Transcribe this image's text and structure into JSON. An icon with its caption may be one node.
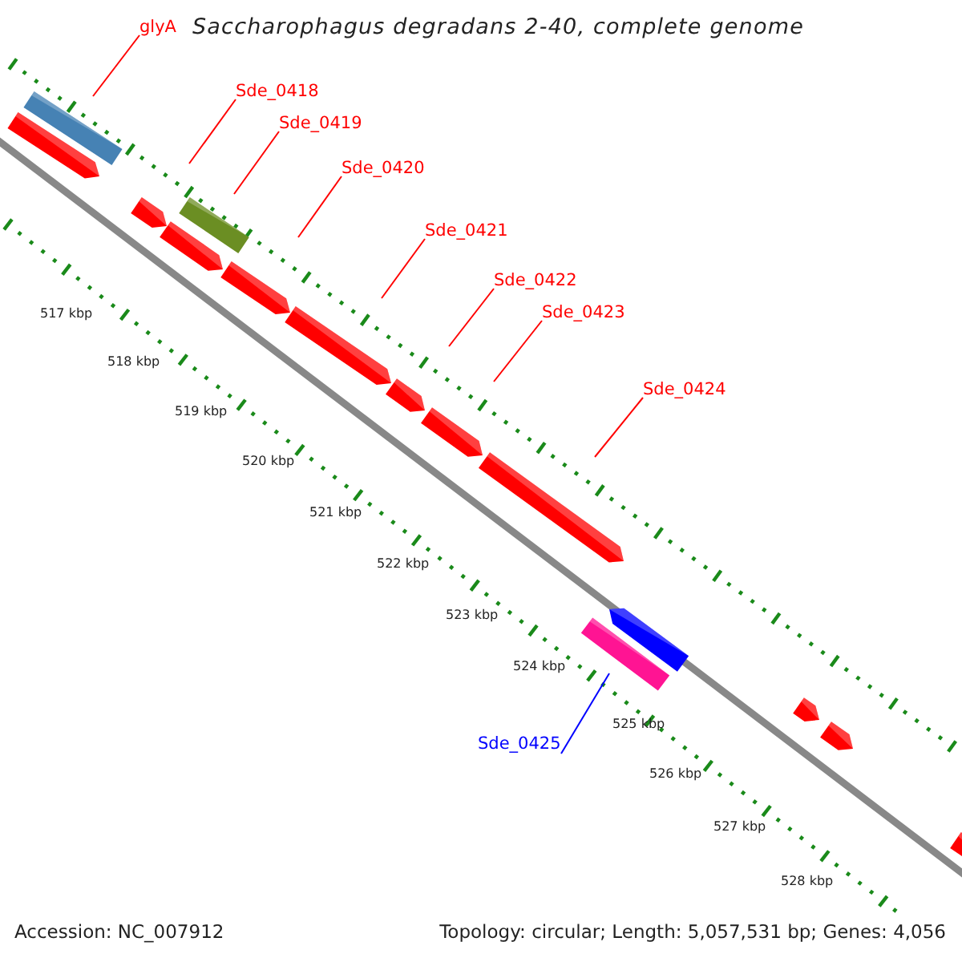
{
  "diagram": {
    "title": "Saccharophagus degradans 2-40, complete genome",
    "nodes": [
      {
        "text": [
          "glyA"
        ]
      },
      {
        "text": [
          "Sde_0418"
        ]
      },
      {
        "text": [
          "Sde_0419"
        ]
      },
      {
        "text": [
          "Sde_0420"
        ]
      },
      {
        "text": [
          "Sde_0421"
        ]
      },
      {
        "text": [
          "Sde_0422"
        ]
      },
      {
        "text": [
          "Sde_0423"
        ]
      },
      {
        "text": [
          "Sde_0424"
        ]
      },
      {
        "text": [
          "Sde_0425"
        ]
      }
    ],
    "edges": [
      {
        "from": 0,
        "to": null,
        "arrow": "none"
      },
      {
        "from": 1,
        "to": null,
        "arrow": "none"
      },
      {
        "from": 2,
        "to": null,
        "arrow": "none"
      },
      {
        "from": 3,
        "to": null,
        "arrow": "none"
      },
      {
        "from": 4,
        "to": null,
        "arrow": "none"
      },
      {
        "from": 5,
        "to": null,
        "arrow": "none"
      },
      {
        "from": 6,
        "to": null,
        "arrow": "none"
      },
      {
        "from": 7,
        "to": null,
        "arrow": "none"
      },
      {
        "from": 8,
        "to": null,
        "arrow": "none",
        "color": "#0000ff"
      }
    ],
    "labels": [
      "517 kbp",
      "518 kbp",
      "519 kbp",
      "520 kbp",
      "521 kbp",
      "522 kbp",
      "523 kbp",
      "524 kbp",
      "525 kbp",
      "526 kbp",
      "527 kbp",
      "528 kbp",
      "Accession: NC_007912",
      "Topology: circular; Length: 5,057,531 bp; Genes: 4,056"
    ]
  }
}
